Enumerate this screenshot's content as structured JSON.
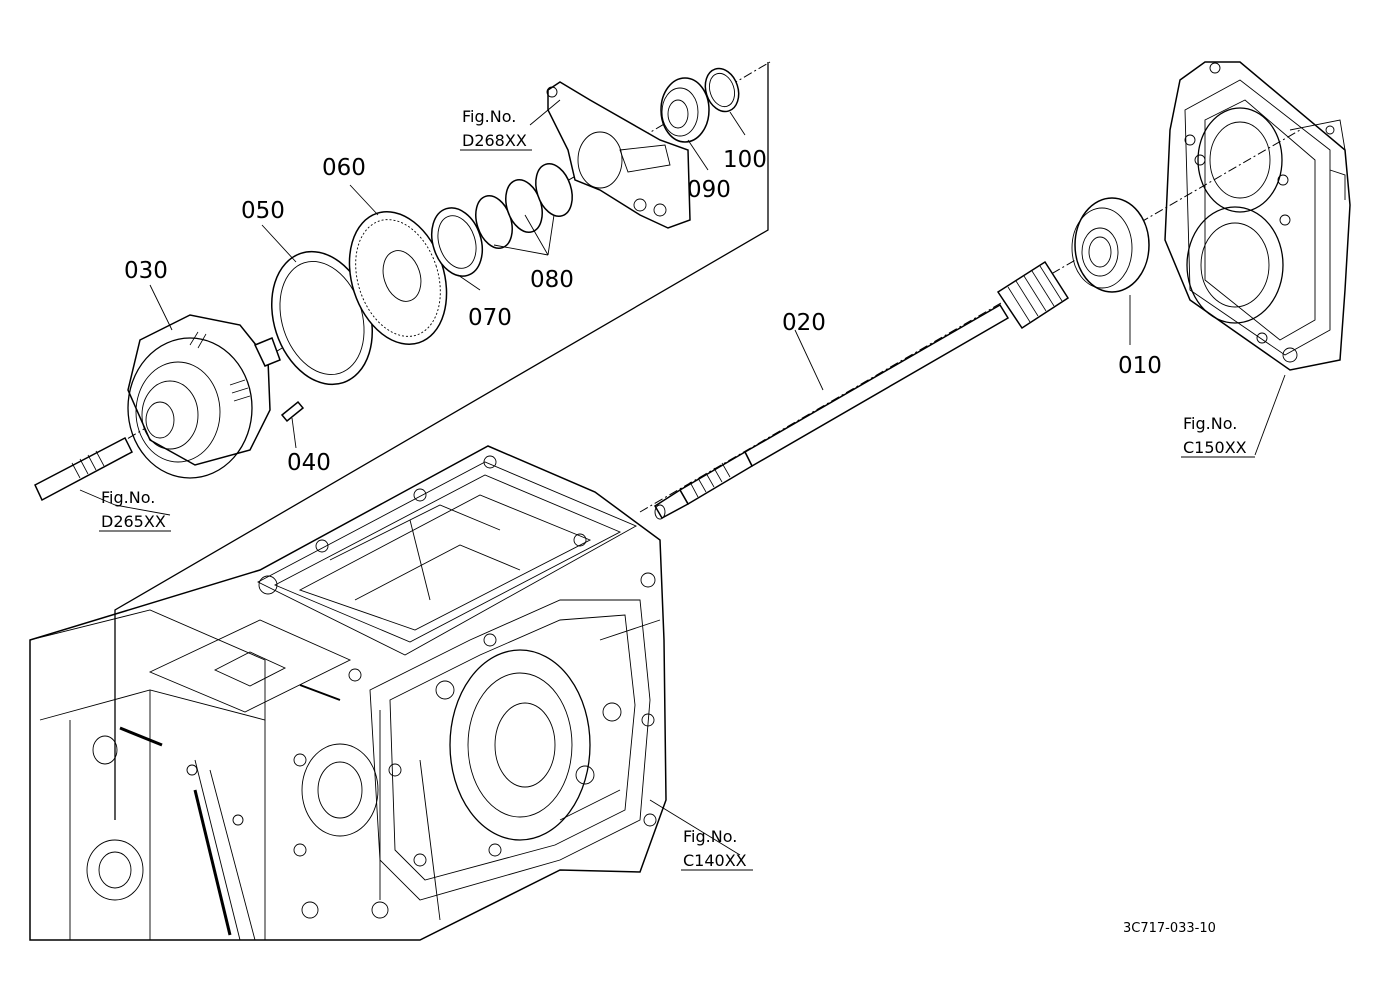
{
  "parts": {
    "p010": "010",
    "p020": "020",
    "p030": "030",
    "p040": "040",
    "p050": "050",
    "p060": "060",
    "p070": "070",
    "p080": "080",
    "p090": "090",
    "p100": "100"
  },
  "figure_refs": {
    "d268": {
      "label": "Fig.No.",
      "code": "D268XX"
    },
    "d265": {
      "label": "Fig.No.",
      "code": "D265XX"
    },
    "c150": {
      "label": "Fig.No.",
      "code": "C150XX"
    },
    "c140": {
      "label": "Fig.No.",
      "code": "C140XX"
    }
  },
  "drawing_number": "3C717-033-10"
}
